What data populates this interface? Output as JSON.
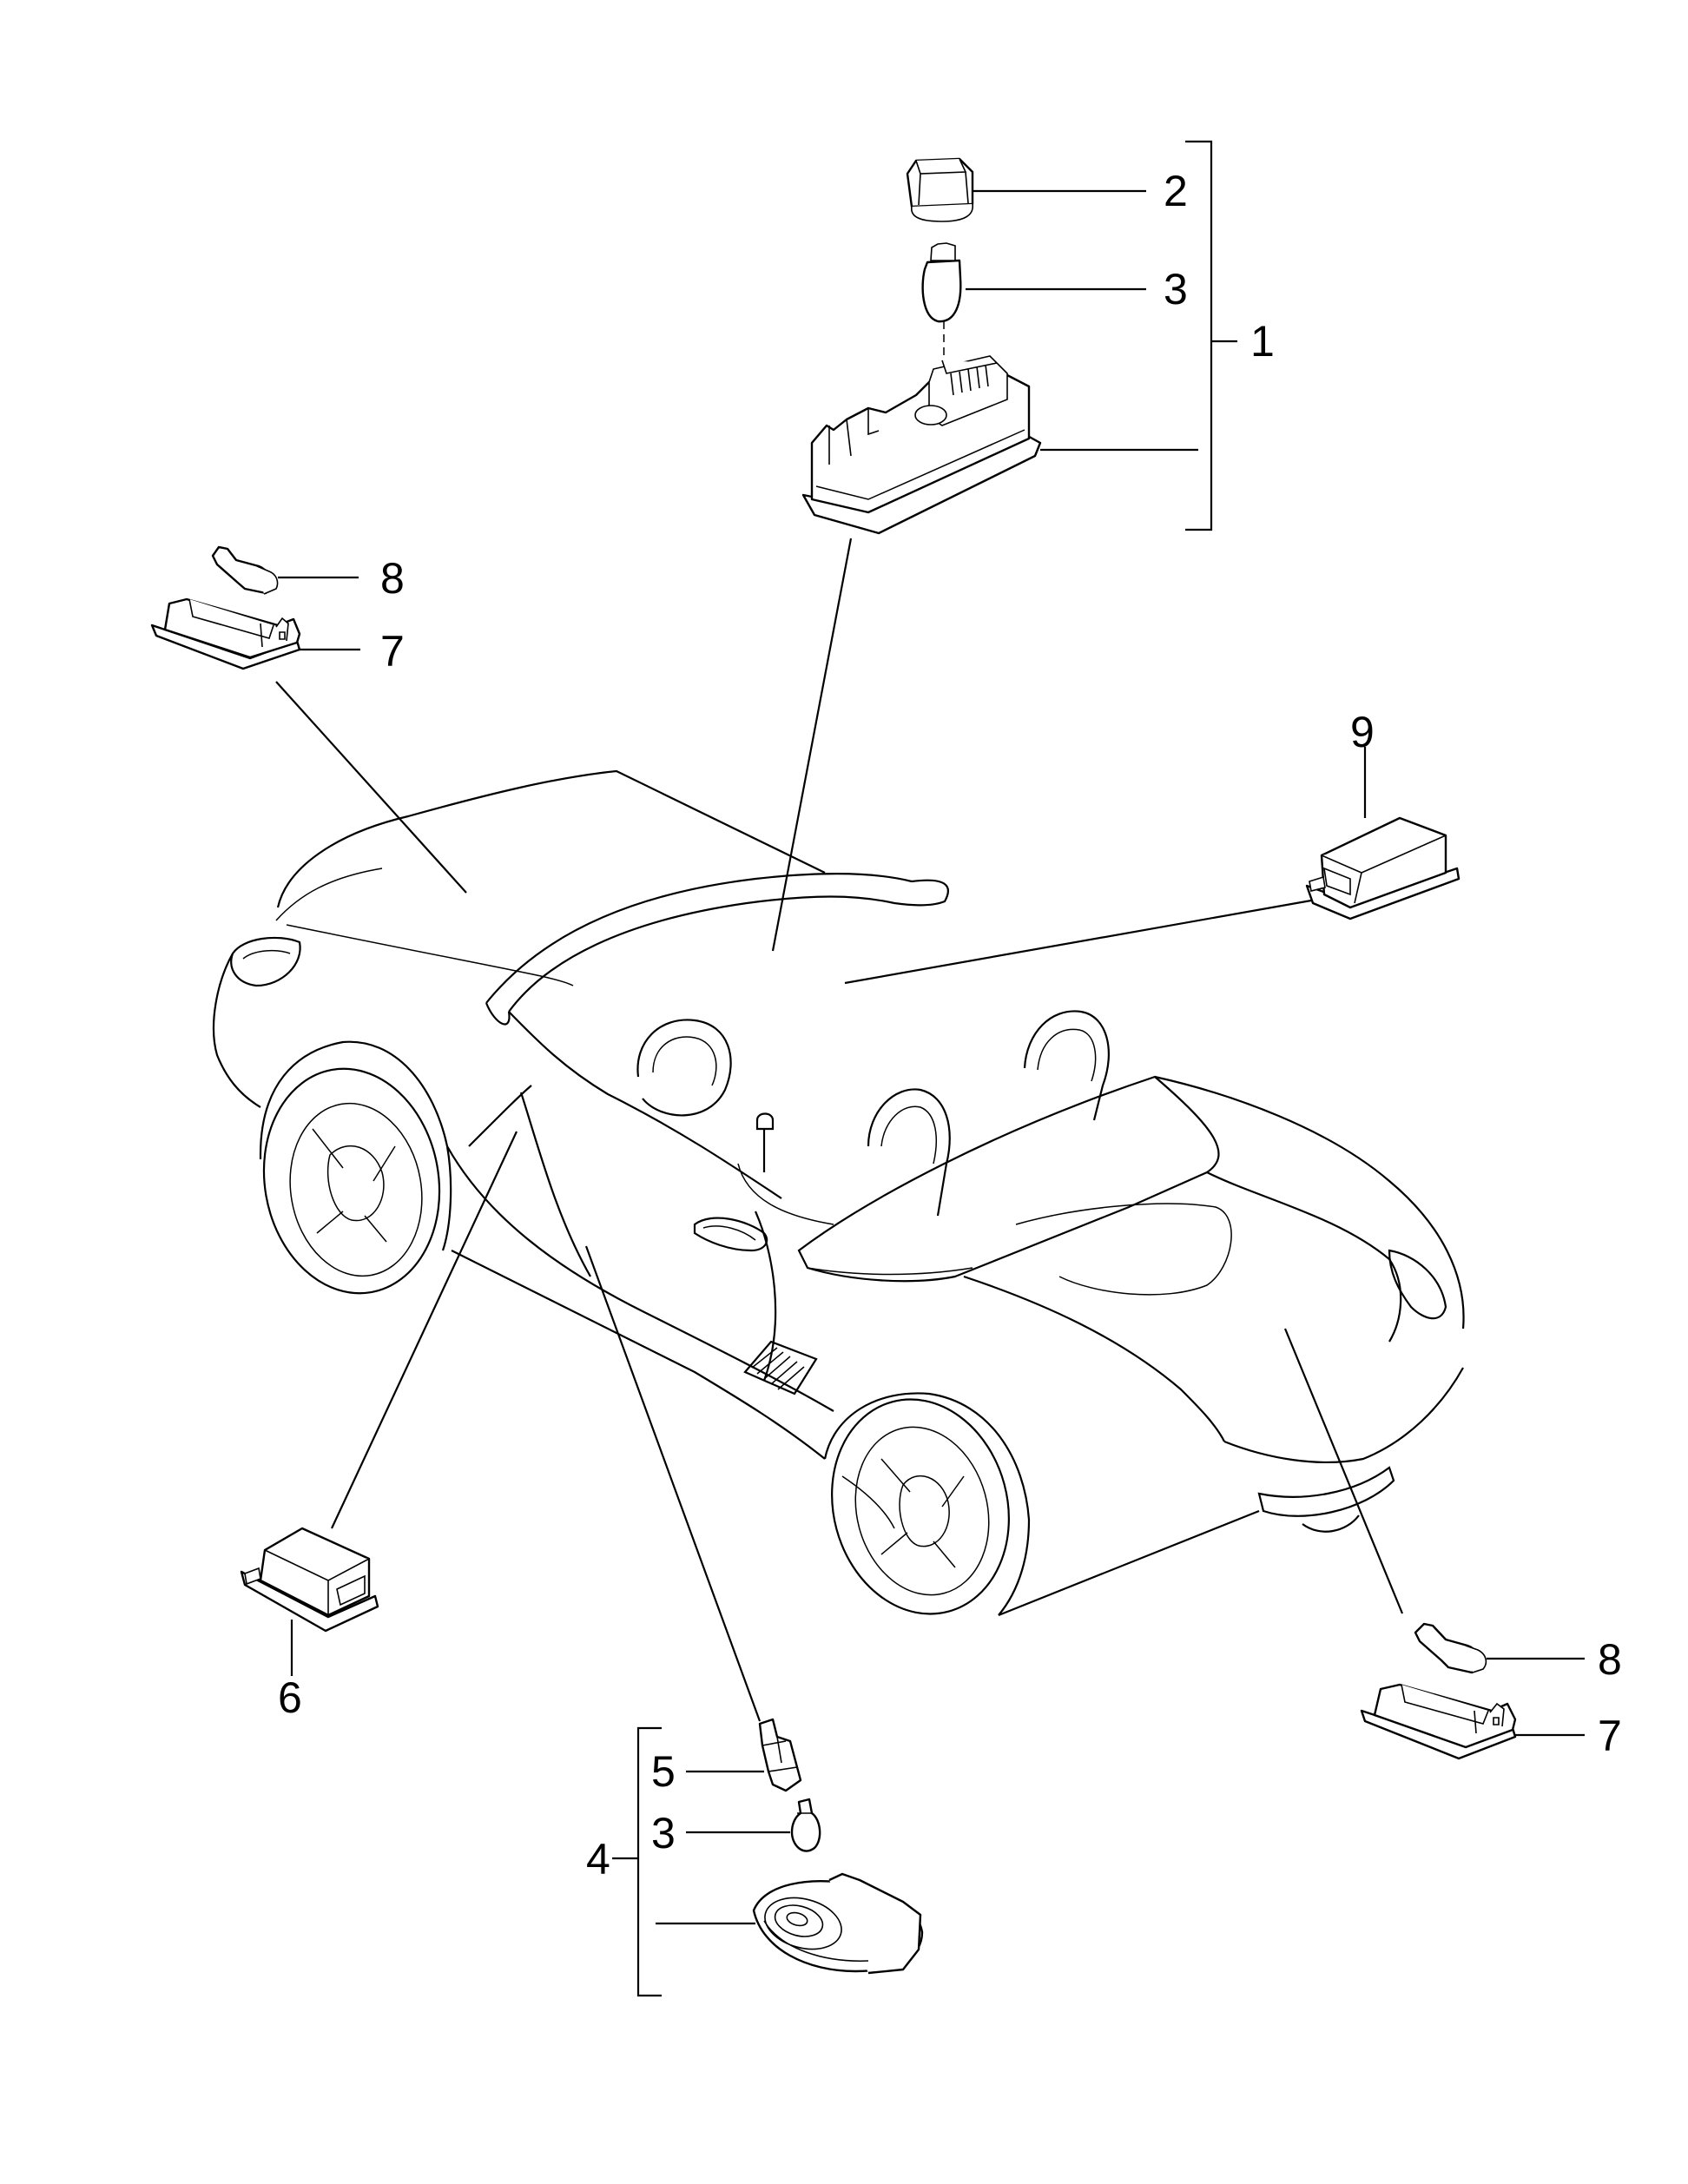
{
  "diagram": {
    "callouts": {
      "c1": "1",
      "c2": "2",
      "c3_top": "3",
      "c3_bottom": "3",
      "c4": "4",
      "c5": "5",
      "c6": "6",
      "c7_left": "7",
      "c7_right": "7",
      "c8_left": "8",
      "c8_right": "8",
      "c9": "9"
    }
  }
}
